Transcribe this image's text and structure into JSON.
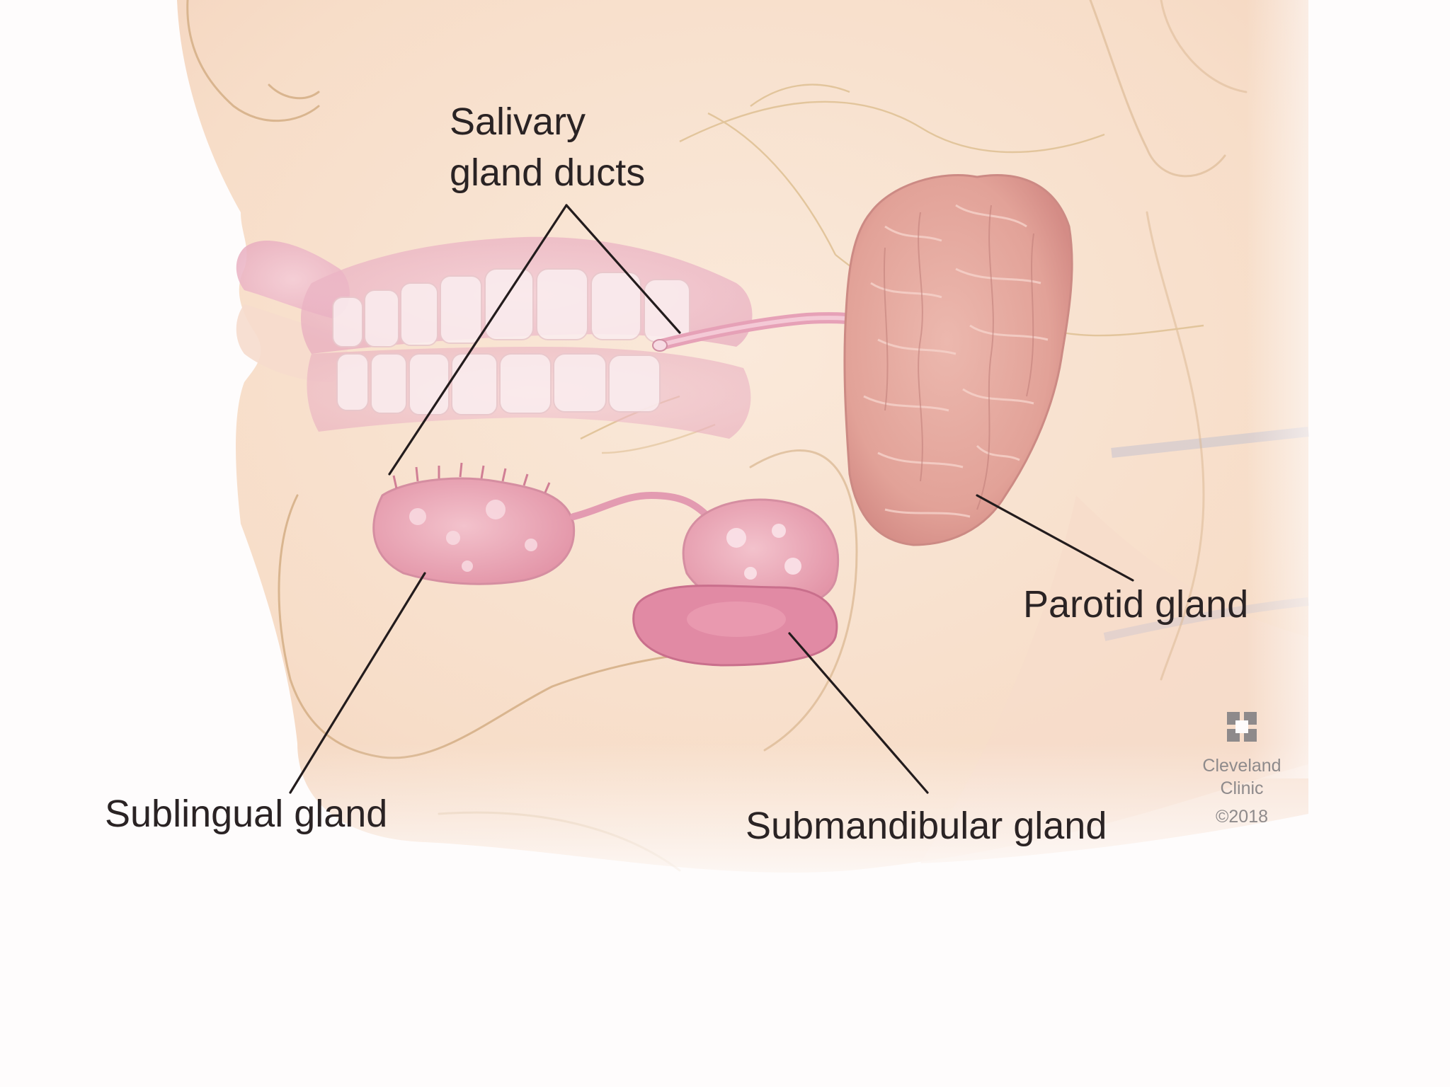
{
  "labels": {
    "salivary_ducts_line1": "Salivary",
    "salivary_ducts_line2": "gland ducts",
    "parotid": "Parotid gland",
    "sublingual": "Sublingual gland",
    "submandibular": "Submandibular gland"
  },
  "logo": {
    "line1": "Cleveland",
    "line2": "Clinic",
    "line3": "©2018"
  },
  "colors": {
    "skin": "#f9e4d2",
    "gland_pink": "#e9a3b0",
    "parotid": "#e4a79c",
    "background": "#fefcfc"
  }
}
